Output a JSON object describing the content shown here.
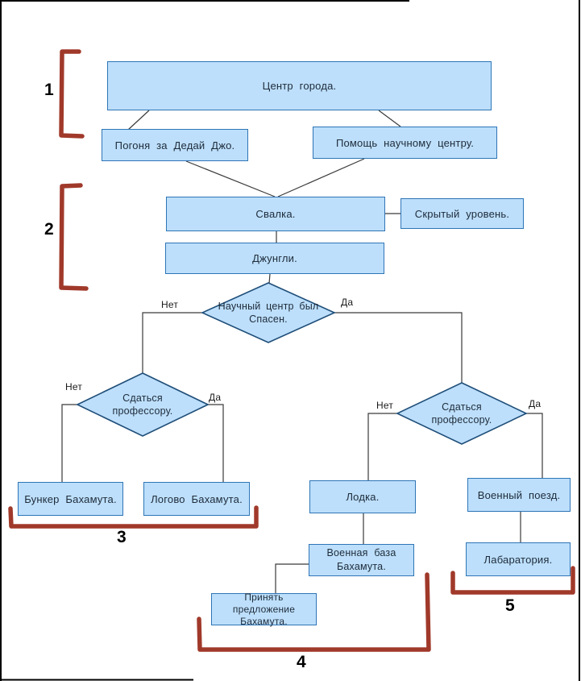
{
  "colors": {
    "node_fill": "#BDDFFB",
    "node_border": "#2E75B6",
    "diamond_border": "#1F4E79",
    "connector": "#3a3a3a",
    "bracket": "#A0392A",
    "frame": "#000000"
  },
  "edge_labels": {
    "no": "Нет",
    "yes": "Да"
  },
  "nodes": {
    "city_center": "Центр города.",
    "chase_dedai_joe": "Погоня за Дедай Джо.",
    "help_science_center": "Помощь научному центру.",
    "dump": "Свалка.",
    "hidden_level": "Скрытый уровень.",
    "jungle": "Джунгли.",
    "bahamut_bunker": "Бункер Бахамута.",
    "bahamut_lair": "Логово Бахамута.",
    "boat": "Лодка.",
    "military_train": "Военный поезд.",
    "bahamut_military_base": "Военная база\nБахамута.",
    "accept_bahamut_offer": "Принять предложение\nБахамута.",
    "laboratory": "Лабаратория."
  },
  "decisions": {
    "science_center_saved": "Научный центр был\nСпасен.",
    "surrender_to_professor_left": "Сдаться\nпрофессору.",
    "surrender_to_professor_right": "Сдаться\nпрофессору."
  },
  "group_markers": {
    "g1": "1",
    "g2": "2",
    "g3": "3",
    "g4": "4",
    "g5": "5"
  }
}
